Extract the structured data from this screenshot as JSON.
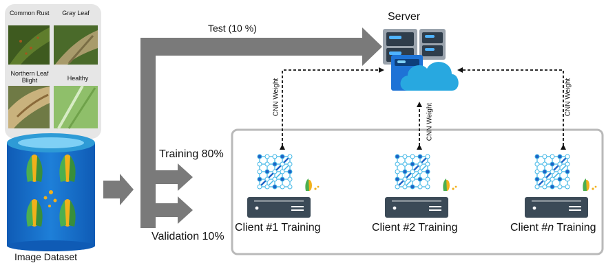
{
  "dataset": {
    "samples": [
      {
        "name": "Common Rust"
      },
      {
        "name": "Gray Leaf"
      },
      {
        "name": "Northern Leaf Blight"
      },
      {
        "name": "Healthy"
      }
    ],
    "caption": "Image Dataset"
  },
  "server": {
    "label": "Server"
  },
  "splits": {
    "test": "Test (10 %)",
    "training": "Training 80%",
    "validation": "Validation 10%"
  },
  "weight_label": "CNN Weight",
  "clients": [
    {
      "prefix": "Client #",
      "id": "1",
      "suffix": " Training",
      "italic": false
    },
    {
      "prefix": "Client #",
      "id": "2",
      "suffix": " Training",
      "italic": false
    },
    {
      "prefix": "Client #",
      "id": "n",
      "suffix": " Training",
      "italic": true
    }
  ],
  "colors": {
    "arrow": "#7a7a7a",
    "box_border": "#b9b9b9",
    "cylinder_top": "#2e9bd6",
    "cylinder_body": "#1565c0",
    "server_rack": "#9aa3ad",
    "cloud": "#28a8e0",
    "client_base": "#3b4a57",
    "network": "#3fb6e6",
    "network_dark": "#1f63c6"
  },
  "icons": [
    "leaf-image",
    "corn-icon",
    "server-icon",
    "cloud-icon",
    "neural-network-icon",
    "client-machine-icon"
  ]
}
